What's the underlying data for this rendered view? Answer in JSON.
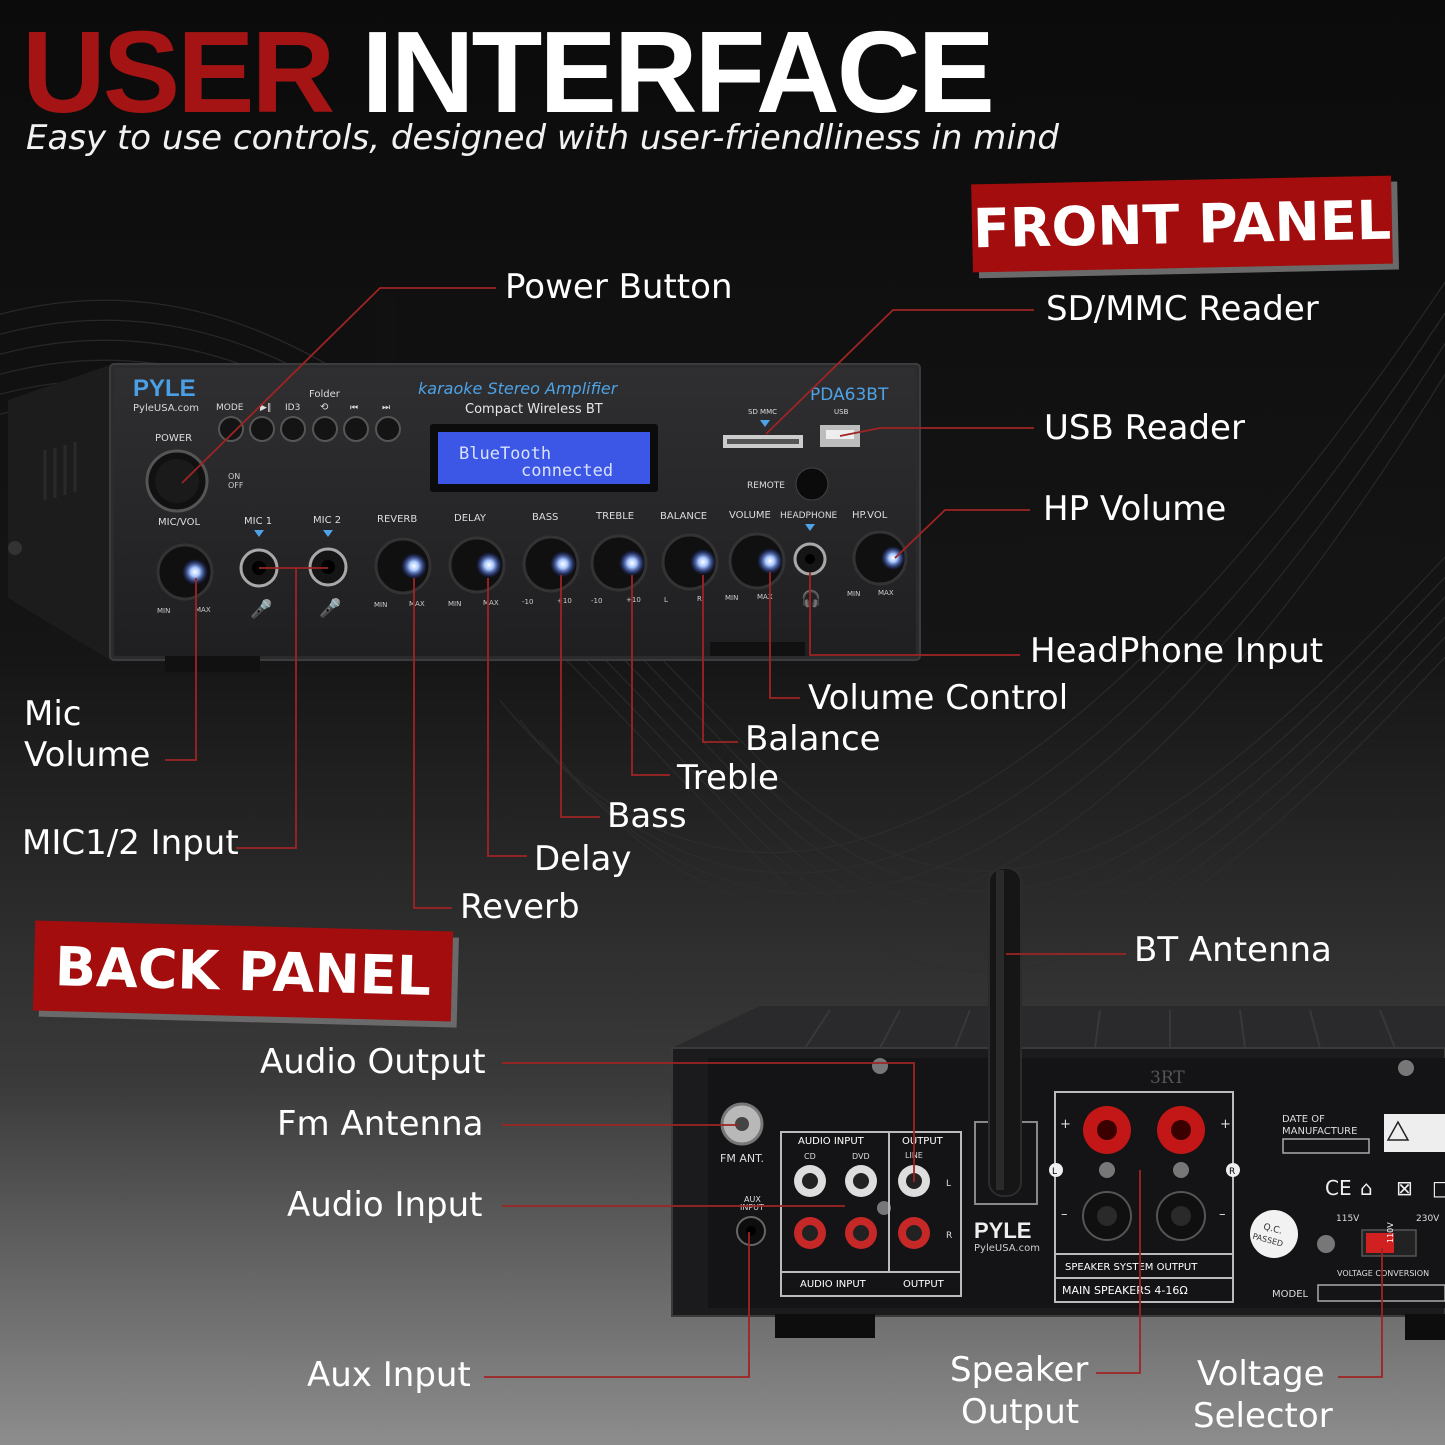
{
  "header": {
    "title_part1": "USER",
    "title_part2": "INTERFACE",
    "subtitle": "Easy to use controls, designed with user-friendliness in mind"
  },
  "banners": {
    "front": "FRONT PANEL",
    "back": "BACK PANEL"
  },
  "front_callouts": {
    "power_button": "Power Button",
    "sd_mmc_reader": "SD/MMC Reader",
    "usb_reader": "USB Reader",
    "hp_volume": "HP Volume",
    "headphone_input": "HeadPhone Input",
    "volume_control": "Volume Control",
    "balance": "Balance",
    "treble": "Treble",
    "bass": "Bass",
    "delay": "Delay",
    "reverb": "Reverb",
    "mic_volume_1": "Mic",
    "mic_volume_2": "Volume",
    "mic_input": "MIC1/2 Input"
  },
  "back_callouts": {
    "bt_antenna": "BT Antenna",
    "audio_output": "Audio Output",
    "fm_antenna": "Fm Antenna",
    "audio_input": "Audio Input",
    "aux_input": "Aux Input",
    "speaker_output_1": "Speaker",
    "speaker_output_2": "Output",
    "voltage_selector_1": "Voltage",
    "voltage_selector_2": "Selector"
  },
  "front_device": {
    "brand": "PYLE",
    "brand_url": "PyleUSA.com",
    "tagline1": "karaoke Stereo Amplifier",
    "tagline2": "Compact Wireless BT",
    "model": "PDA63BT",
    "lcd_line1": "BlueTooth",
    "lcd_line2": "connected",
    "power_label": "POWER",
    "on_label": "ON",
    "off_label": "OFF",
    "folder_label": "Folder",
    "mode_label": "MODE",
    "id3_label": "ID3",
    "sd_label": "SD MMC",
    "usb_label": "USB",
    "remote_label": "REMOTE",
    "knob_labels": [
      "MIC/VOL",
      "MIC 1",
      "MIC 2",
      "REVERB",
      "DELAY",
      "BASS",
      "TREBLE",
      "BALANCE",
      "VOLUME",
      "HEADPHONE",
      "HP.VOL"
    ],
    "min": "MIN",
    "max": "MAX",
    "minus10": "-10",
    "plus10": "+10",
    "left": "L",
    "right": "R"
  },
  "back_device": {
    "brand": "PYLE",
    "brand_url": "PyleUSA.com",
    "fm_ant": "FM ANT.",
    "aux_input_1": "AUX",
    "aux_input_2": "INPUT",
    "audio_input": "AUDIO INPUT",
    "output": "OUTPUT",
    "cd": "CD",
    "dvd": "DVD",
    "line": "LINE",
    "left": "L",
    "right": "R",
    "speaker_system_output": "SPEAKER SYSTEM OUTPUT",
    "main_speakers": "MAIN SPEAKERS 4-16Ω",
    "date_of": "DATE OF",
    "manufacture": "MANUFACTURE",
    "qc_1": "Q.C.",
    "qc_2": "PASSED",
    "v115": "115V",
    "v230": "230V",
    "v110": "110V",
    "voltage_conversion": "VOLTAGE CONVERSION",
    "model": "MODEL",
    "ce": "CE",
    "top_code": "3RT"
  },
  "colors": {
    "accent_red": "#a51414",
    "banner_red": "#a30d0d",
    "lcd_blue": "#3c56e6",
    "knob_glow": "#9fc2ff",
    "text_blue": "#4ea2e6",
    "leader_red": "#9e2424"
  }
}
